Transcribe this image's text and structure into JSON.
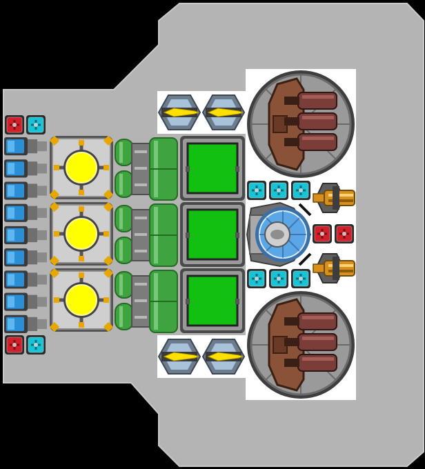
{
  "scene": {
    "kind": "ship-deck",
    "background_color": "#000000",
    "hull_color": "#b4b4b4",
    "hull_edge_color": "#c8c8c8",
    "white_panel_color": "#ffffff"
  },
  "modules": {
    "power_cells": {
      "count": 9,
      "icon": "battery-icon",
      "color": "#2a8fd6"
    },
    "status_nodes_left": [
      {
        "icon": "red-node-icon",
        "color": "#d1202a"
      },
      {
        "icon": "cyan-node-icon",
        "color": "#19c3d6"
      }
    ],
    "reactors": {
      "count": 3,
      "icon": "reactor-core-icon",
      "core_color": "#ffff00",
      "accent_color": "#e8a800"
    },
    "coolant_pipes": {
      "count": 3,
      "icon": "coolant-pipe-icon",
      "color": "#3fa33f"
    },
    "cargo_bays": {
      "count": 3,
      "icon": "cargo-bay-icon",
      "color": "#11c011"
    },
    "thrusters": {
      "count": 4,
      "icon": "thruster-icon",
      "flame_color": "#ffe000"
    },
    "cannon_turrets": {
      "count": 2,
      "icon": "cannon-turret-icon",
      "barrel_color": "#7a3d38",
      "base_color": "#8a5236"
    },
    "cockpit": {
      "icon": "cockpit-dome-icon",
      "glass_color": "#5aa6e6"
    },
    "side_guns": {
      "count": 2,
      "icon": "side-gun-icon",
      "color": "#d9901a"
    },
    "shield_nodes_center": [
      {
        "icon": "cyan-node-icon",
        "color": "#19c3d6"
      },
      {
        "icon": "red-node-icon",
        "color": "#d1202a"
      }
    ]
  }
}
